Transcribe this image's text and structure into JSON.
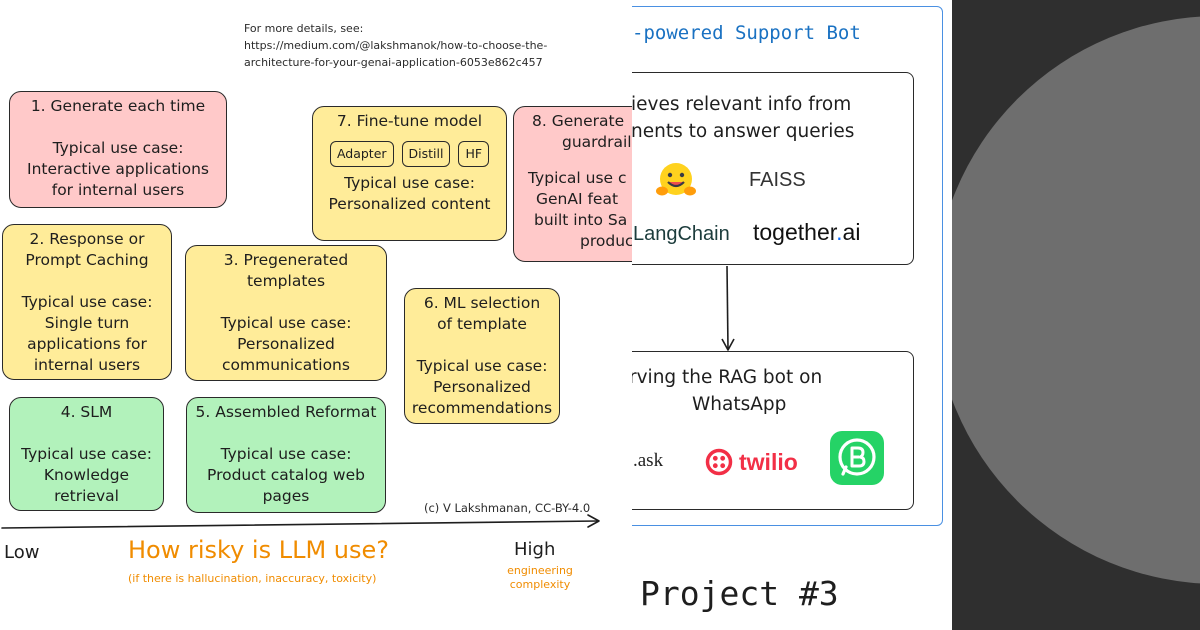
{
  "diagram": {
    "note_lines": [
      "For more details, see:",
      "https://medium.com/@lakshmanok/how-to-choose-the-",
      "architecture-for-your-genai-application-6053e862c457"
    ],
    "boxes": [
      {
        "title": "1. Generate each time",
        "use_lines": [
          "Typical use case:",
          "Interactive applications",
          "for internal users"
        ]
      },
      {
        "title": "7. Fine-tune model",
        "chips": [
          "Adapter",
          "Distill",
          "HF"
        ],
        "use_lines": [
          "Typical use case:",
          "Personalized content"
        ]
      },
      {
        "title_lines": [
          "8. Generate",
          "guardrail"
        ],
        "use_lines": [
          "Typical use c",
          "GenAI feat",
          "built into Sa",
          "product"
        ]
      },
      {
        "title_lines": [
          "2. Response or",
          "Prompt Caching"
        ],
        "use_lines": [
          "Typical use case:",
          "Single turn",
          "applications for",
          "internal users"
        ]
      },
      {
        "title_lines": [
          "3. Pregenerated",
          "templates"
        ],
        "use_lines": [
          "Typical use case:",
          "Personalized",
          "communications"
        ]
      },
      {
        "title_lines": [
          "6. ML selection",
          "of template"
        ],
        "use_lines": [
          "Typical use case:",
          "Personalized",
          "recommendations"
        ]
      },
      {
        "title": "4. SLM",
        "use_lines": [
          "Typical use case:",
          "Knowledge",
          "retrieval"
        ]
      },
      {
        "title": "5. Assembled Reformat",
        "use_lines": [
          "Typical use case:",
          "Product catalog web",
          "pages"
        ]
      }
    ],
    "credit": "(c) V Lakshmanan, CC-BY-4.0",
    "axis": {
      "low": "Low",
      "title": "How risky is LLM use?",
      "subtitle": "(if there is hallucination, inaccuracy, toxicity)",
      "high": "High",
      "high_sub_lines": [
        "engineering",
        "complexity"
      ]
    },
    "colors": {
      "red": "#ffc9c9",
      "yellow": "#ffec99",
      "green": "#b2f2bb",
      "accent": "#f08c00"
    }
  },
  "project": {
    "title": "-powered Support Bot",
    "card1_lines": [
      "ieves relevant info from",
      "nents to answer queries"
    ],
    "logos1": {
      "faiss": "FAISS",
      "langchain": "LangChain",
      "together_pre": "together",
      "together_dot": ".",
      "together_post": "ai",
      "hug_icon": "hugging-face-icon"
    },
    "card2_lines": [
      "rving the RAG bot on",
      "WhatsApp"
    ],
    "logos2": {
      "flask": ".ask",
      "twilio": "twilio",
      "wa_icon": "whatsapp-business-icon"
    },
    "footer": "Project #3",
    "colors": {
      "title": "#1971c2",
      "frame": "#4a90e2",
      "twilio": "#f22f46",
      "whatsapp": "#25d366"
    }
  },
  "background": {
    "dark": "#2f2f2f",
    "circle": "#6e6e6e"
  }
}
